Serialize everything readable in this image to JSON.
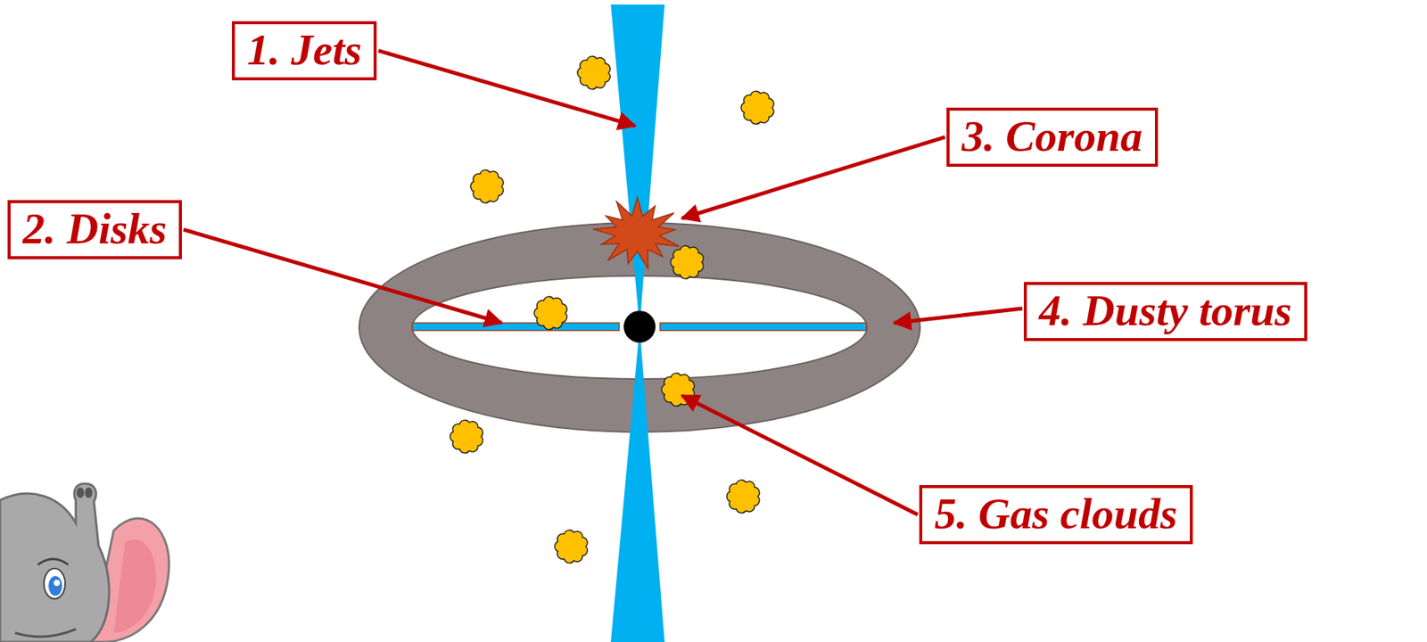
{
  "diagram": {
    "nodes": [
      {
        "text": [
          "1. Jets"
        ]
      },
      {
        "text": [
          "2. Disks"
        ]
      },
      {
        "text": [
          "3. Corona"
        ]
      },
      {
        "text": [
          "4. Dusty torus"
        ]
      },
      {
        "text": [
          "5. Gas clouds"
        ]
      }
    ]
  }
}
